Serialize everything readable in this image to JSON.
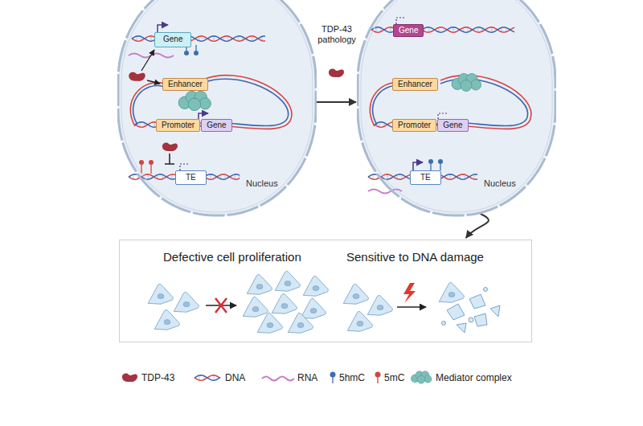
{
  "diagram": {
    "nodes": [
      {
        "text": [
          "Nucleus"
        ]
      },
      {
        "text": [
          "Gene"
        ],
        "in": 0
      },
      {
        "text": [
          "Enhancer"
        ],
        "in": 0
      },
      {
        "text": [
          "Promoter"
        ],
        "in": 0
      },
      {
        "text": [
          "Gene"
        ],
        "in": 0
      },
      {
        "text": [
          "TE"
        ],
        "in": 0
      },
      {
        "text": [
          "Nucleus"
        ]
      },
      {
        "text": [
          "Gene"
        ],
        "in": 6
      },
      {
        "text": [
          "Enhancer"
        ],
        "in": 6
      },
      {
        "text": [
          "Promoter"
        ],
        "in": 6
      },
      {
        "text": [
          "Gene"
        ],
        "in": 6
      },
      {
        "text": [
          "TE"
        ],
        "in": 6
      },
      {
        "text": [
          "Defective cell proliferation",
          "Sensitive to DNA damage"
        ]
      }
    ],
    "edges": [
      {
        "from": 0,
        "to": 6,
        "label": "TDP-43 pathology",
        "arrow": "to"
      },
      {
        "from": 6,
        "to": 12,
        "arrow": "to"
      }
    ],
    "legend": [
      {
        "text": "TDP-43"
      },
      {
        "text": "DNA"
      },
      {
        "text": "RNA"
      },
      {
        "text": "5hmC"
      },
      {
        "text": "5mC"
      },
      {
        "text": "Mediator complex"
      }
    ]
  }
}
